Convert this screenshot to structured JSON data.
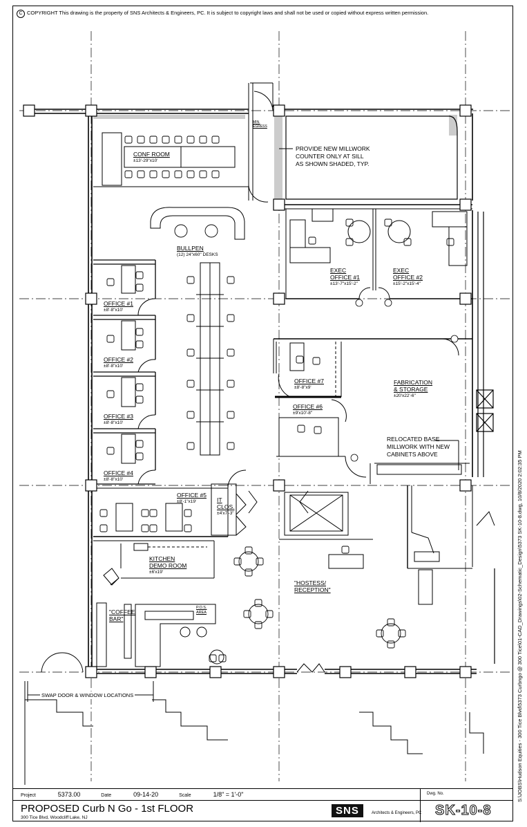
{
  "copyright": {
    "symbol": "C",
    "text": "COPYRIGHT This drawing is the property of SNS Architects & Engineers, PC. It is subject to copyright laws and shall not be used or copied without express written permission."
  },
  "rooms": {
    "conf_room": {
      "name": "CONF ROOM",
      "size": "±13'-29\"x10'"
    },
    "bullpen": {
      "name": "BULLPEN",
      "size": "(12) 24\"x60\" DESKS"
    },
    "office1": {
      "name": "OFFICE #1",
      "size": "±8'-8\"x10'"
    },
    "office2": {
      "name": "OFFICE #2",
      "size": "±8'-8\"x10'"
    },
    "office3": {
      "name": "OFFICE #3",
      "size": "±8'-8\"x10'"
    },
    "office4": {
      "name": "OFFICE #4",
      "size": "±8'-8\"x10'"
    },
    "office5": {
      "name": "OFFICE #5",
      "size": "±8'-1\"x19'"
    },
    "office6": {
      "name": "OFFICE #6",
      "size": "±9'x10'-8\""
    },
    "office7": {
      "name": "OFFICE #7",
      "size": "±8'-8\"x9'"
    },
    "exec1": {
      "line1": "EXEC",
      "line2": "OFFICE #1",
      "size": "±13'-7\"x15'-2\""
    },
    "exec2": {
      "line1": "EXEC",
      "line2": "OFFICE #2",
      "size": "±15'-2\"x15'-4\""
    },
    "fabrication": {
      "line1": "FABRICATION",
      "line2": "& STORAGE",
      "size": "±20'x22'-6\""
    },
    "it_clos": {
      "line1": "IT",
      "line2": "CLOS.",
      "size": "±4'x7'-3\""
    },
    "kitchen": {
      "line1": "KITCHEN",
      "line2": "DEMO ROOM",
      "size": "±6'x19'"
    },
    "hostess": {
      "line1": "\"HOSTESS/",
      "line2": "RECEPTION\""
    },
    "coffee_bar": {
      "line1": "\"COFFEE",
      "line2": "BAR\""
    },
    "pos_area": {
      "line1": "P.O.S.",
      "line2": "AREA"
    },
    "min_egress": {
      "line1": "MIN.",
      "line2": "EGRESS"
    }
  },
  "notes": {
    "millwork": [
      "PROVIDE NEW MILLWORK",
      "COUNTER ONLY AT SILL",
      "AS SHOWN SHADED, TYP."
    ],
    "relocated": [
      "RELOCATED BASE",
      "MILLWORK WITH NEW",
      "CABINETS ABOVE"
    ],
    "swap": "SWAP DOOR & WINDOW LOCATIONS"
  },
  "sidebar_path": "S:\\JOBS\\Hudson Equities - 300 Tice Blvd\\5373 Curbngo @ 300 Tice\\01-CAD_Drawings\\02-Schematic_Design\\5373 SK-10-8.dwg, 10/8/2020 2:02:35 PM",
  "title_block": {
    "project_label": "Project",
    "project_value": "5373.00",
    "date_label": "Date",
    "date_value": "09-14-20",
    "scale_label": "Scale",
    "scale_value": "1/8\" = 1'-0\"",
    "title": "PROPOSED Curb N Go - 1st FLOOR",
    "address": "300 Tice Blvd, Woodcliff Lake, NJ",
    "logo": "SNS",
    "logo_sub": "Architects & Engineers, PC",
    "dwg_no_label": "Dwg. No.",
    "sheet": "SK-10-8"
  }
}
